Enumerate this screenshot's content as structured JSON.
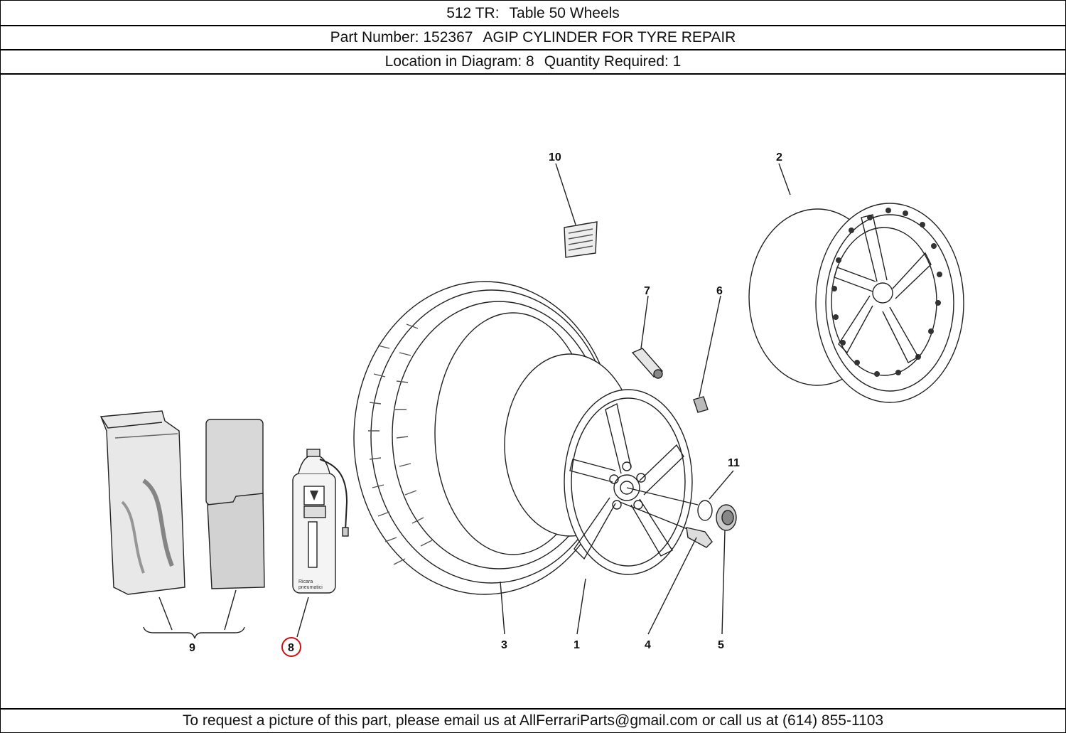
{
  "header": {
    "model": "512 TR:",
    "table": "Table 50 Wheels",
    "part_number_label": "Part Number: 152367",
    "part_description": "AGIP CYLINDER FOR TYRE REPAIR",
    "location_label": "Location in Diagram: 8",
    "quantity_label": "Quantity Required: 1"
  },
  "diagram": {
    "callouts": [
      "1",
      "2",
      "3",
      "4",
      "5",
      "6",
      "7",
      "8",
      "9",
      "10",
      "11"
    ],
    "highlighted_callout": "8",
    "highlight_color": "#d01010",
    "can_label_line1": "Ricara",
    "can_label_line2": "pneumatici"
  },
  "footer": {
    "text": "To request a picture of this part, please email us at AllFerrariParts@gmail.com or call us at (614) 855-1103"
  }
}
